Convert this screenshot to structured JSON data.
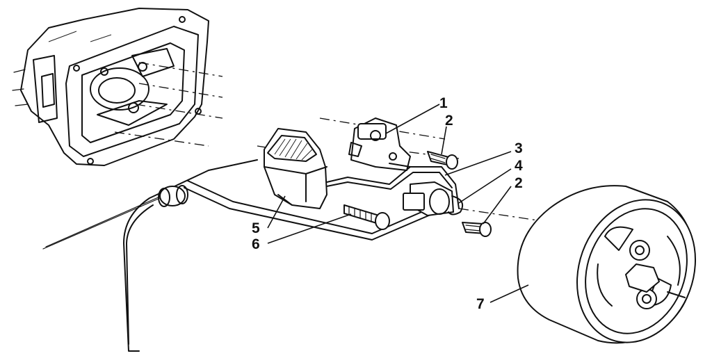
{
  "callouts": {
    "c1": "1",
    "c2a": "2",
    "c3": "3",
    "c4": "4",
    "c2b": "2",
    "c5": "5",
    "c6": "6",
    "c7": "7"
  }
}
